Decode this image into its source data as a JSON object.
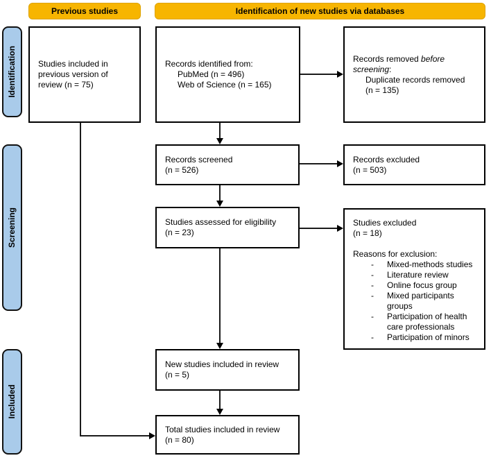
{
  "headers": {
    "previous_studies": "Previous studies",
    "identification_new": "Identification of new studies via databases"
  },
  "sidebar": {
    "identification": "Identification",
    "screening": "Screening",
    "included": "Included"
  },
  "colors": {
    "header_bg": "#F7B500",
    "stage_bg": "#A9CBEA",
    "box_border": "#000000"
  },
  "boxes": {
    "previous_included": {
      "line1": "Studies included in",
      "line2": "previous version of",
      "line3": "review (n = 75)"
    },
    "records_identified": {
      "line1": "Records identified from:",
      "line2": "PubMed (n = 496)",
      "line3": "Web of Science (n = 165)"
    },
    "records_removed": {
      "prefix": "Records removed ",
      "italic": "before screening",
      "colon": ":",
      "detail_line1": "Duplicate records removed",
      "detail_line2": "(n = 135)"
    },
    "records_screened": {
      "line1": "Records screened",
      "line2": "(n = 526)"
    },
    "records_excluded": {
      "line1": "Records excluded",
      "line2": "(n = 503)"
    },
    "studies_assessed": {
      "line1": "Studies assessed for eligibility",
      "line2": "(n = 23)"
    },
    "studies_excluded": {
      "line1": "Studies excluded",
      "line2": "(n = 18)",
      "reasons_title": "Reasons for exclusion:",
      "reasons": [
        "Mixed-methods studies",
        "Literature review",
        "Online focus group",
        "Mixed participants groups",
        "Participation of health care professionals",
        "Participation of minors"
      ],
      "dash": "-"
    },
    "new_studies": {
      "line1": "New studies included in review",
      "line2": "(n = 5)"
    },
    "total_studies": {
      "line1": "Total studies included in review",
      "line2": "(n = 80)"
    }
  }
}
